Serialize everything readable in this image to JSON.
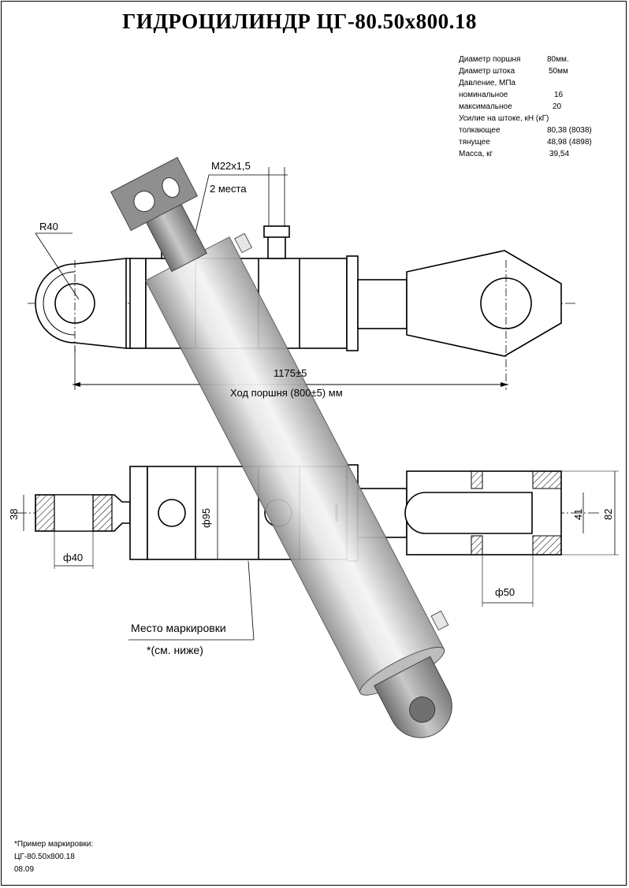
{
  "title": "ГИДРОЦИЛИНДР ЦГ-80.50x800.18",
  "specs": [
    {
      "label": "Диаметр поршня",
      "value": "80мм."
    },
    {
      "label": "Диаметр штока",
      "value": "50мм"
    },
    {
      "label": "Давление, МПа",
      "value": ""
    },
    {
      "label": "номинальное",
      "value": "16"
    },
    {
      "label": "максимальное",
      "value": "20"
    },
    {
      "label": "Усилие на штоке, кН (кГ)",
      "value": ""
    },
    {
      "label": "толкающее",
      "value": "80,38 (8038)"
    },
    {
      "label": "тянущее",
      "value": "48,98 (4898)"
    },
    {
      "label": "Масса, кг",
      "value": "39,54"
    }
  ],
  "dimensions": {
    "thread": "M22x1,5",
    "thread_count": "2 места",
    "radius": "R40",
    "length": "1175±5",
    "stroke": "Ход поршня (800±5) мм",
    "d95": "ф95",
    "d40": "ф40",
    "d50": "ф50",
    "h38": "38",
    "h41": "41",
    "h82": "82"
  },
  "marking": {
    "label": "Место маркировки",
    "ref": "*(см. ниже)"
  },
  "example": {
    "heading": "*Пример маркировки:",
    "code": "ЦГ-80.50x800.18",
    "date": "08.09"
  }
}
